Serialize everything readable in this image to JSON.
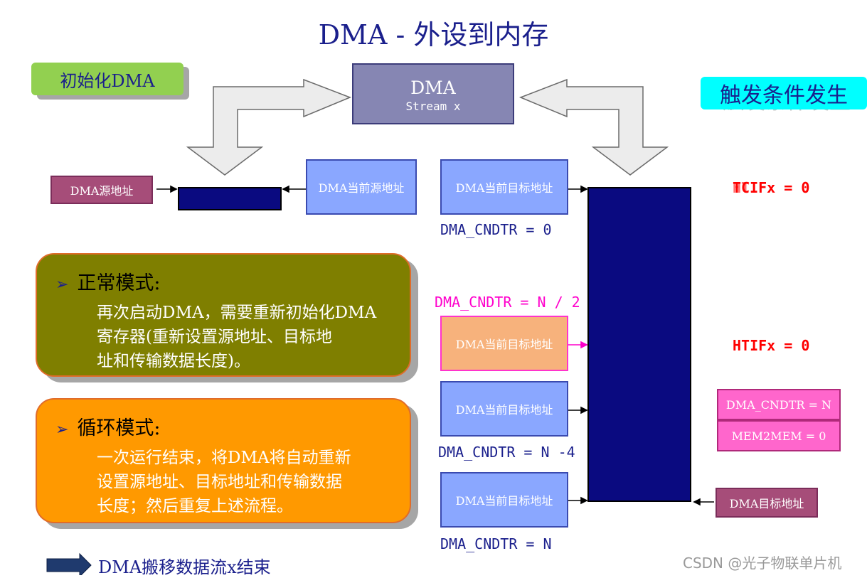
{
  "title": "DMA - 外设到内存",
  "init_tag": "初始化DMA",
  "trigger_tag": "触发条件发生",
  "dma_block": {
    "name": "DMA",
    "subtitle": "Stream x"
  },
  "source": {
    "src_addr": "DMA源地址",
    "cur_src_addr": "DMA当前源地址"
  },
  "targets": [
    {
      "label": "DMA当前目标地址",
      "counter": "DMA_CNDTR = 0"
    },
    {
      "label": "DMA当前目标地址",
      "counter": "DMA_CNDTR = N / 2"
    },
    {
      "label": "DMA当前目标地址",
      "counter": "DMA_CNDTR = N -4"
    },
    {
      "label": "DMA当前目标地址",
      "counter": "DMA_CNDTR = N"
    }
  ],
  "flags": {
    "tc": "TCIFx = 0",
    "tc_overlay": "HTIFx = 0",
    "ht": "HTIFx = 0",
    "cndtr": "DMA_CNDTR = N",
    "mem2mem": "MEM2MEM = 0",
    "dest_addr": "DMA目标地址"
  },
  "normal_mode": {
    "header": "正常模式:",
    "lines": [
      "再次启动DMA，需要重新初始化DMA",
      "寄存器(重新设置源地址、目标地",
      "址和传输数据长度)。"
    ]
  },
  "circular_mode": {
    "header": "循环模式:",
    "lines": [
      "一次运行结束，将DMA将自动重新",
      "设置源地址、目标地址和传输数据",
      "长度；然后重复上述流程。"
    ]
  },
  "footer": "DMA搬移数据流x结束",
  "watermark": "CSDN @光子物联单片机",
  "colors": {
    "title": "#1a1f8c",
    "memory": "#0a0a80",
    "magenta": "#ff00cc",
    "flag_red": "#ff0000"
  }
}
